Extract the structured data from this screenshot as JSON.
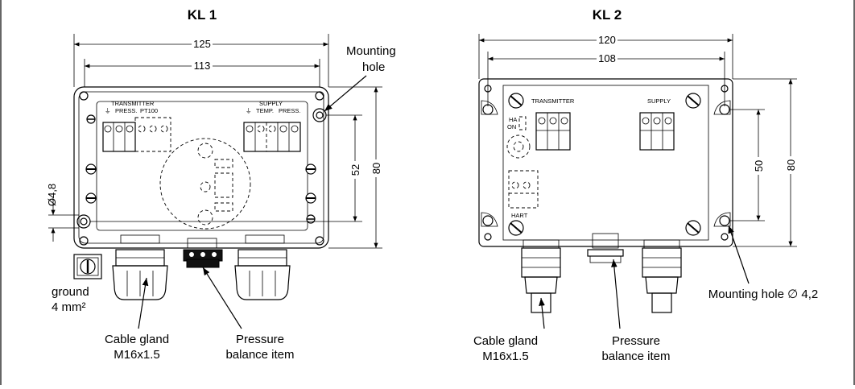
{
  "kl1": {
    "title": "KL 1",
    "dim_width_outer": "125",
    "dim_width_inner": "113",
    "dim_height_outer": "80",
    "dim_height_inner": "52",
    "dim_hole": "Ø4,8",
    "label_transmitter": "TRANSMITTER",
    "label_press": "PRESS.",
    "label_pt100": "PT100",
    "label_supply": "SUPPLY",
    "label_temp": "TEMP.",
    "label_press2": "PRESS.",
    "callout_mounting_line1": "Mounting",
    "callout_mounting_line2": "hole",
    "callout_ground_line1": "ground",
    "callout_ground_line2": "4 mm²",
    "callout_gland_line1": "Cable gland",
    "callout_gland_line2": "M16x1.5",
    "callout_pressure_line1": "Pressure",
    "callout_pressure_line2": "balance item"
  },
  "kl2": {
    "title": "KL 2",
    "dim_width_outer": "120",
    "dim_width_inner": "108",
    "dim_height_outer": "80",
    "dim_height_inner": "50",
    "label_transmitter": "TRANSMITTER",
    "label_supply": "SUPPLY",
    "label_ha": "HA",
    "label_on": "ON",
    "label_hart": "HART",
    "callout_mounting": "Mounting hole ∅ 4,2",
    "callout_gland_line1": "Cable gland",
    "callout_gland_line2": "M16x1.5",
    "callout_pressure_line1": "Pressure",
    "callout_pressure_line2": "balance item"
  }
}
